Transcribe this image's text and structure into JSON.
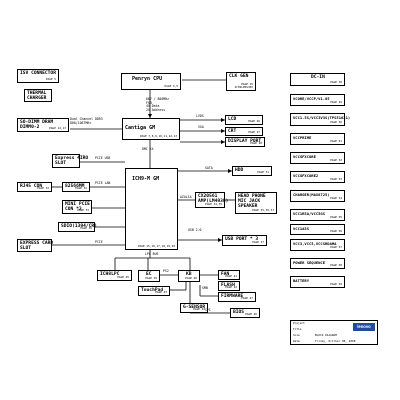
{
  "blocks": {
    "dsv_connector": {
      "title": "ISV CONNECTOR",
      "page": "PAGE 5"
    },
    "thermal": {
      "title": "THERMAL\nCHARGER",
      "page": "PAGE 34"
    },
    "penryn": {
      "title": "Penryn CPU",
      "page": "PAGE 4,5"
    },
    "clk_gen": {
      "title": "CLK GEN",
      "page": "PAGE 15\nICS9LPRS365"
    },
    "dc_in": {
      "title": "DC-IN",
      "page": "PAGE 38"
    },
    "so_dimm": {
      "title": "SO-DIMM DRAM\nDIMM0-2",
      "page": "PAGE 12,13"
    },
    "cantiga": {
      "title": "Cantiga GM",
      "page": "PAGE 7,8,9,10,11,12,13"
    },
    "lcd": {
      "title": "LCD",
      "page": "PAGE 26"
    },
    "crt": {
      "title": "CRT",
      "page": "PAGE 27"
    },
    "display_port": {
      "title": "DISPLAY PORT",
      "page": "PAGE 28"
    },
    "express_card": {
      "title": "Express 4IRO\nSLOT",
      "page": "PAGE 29"
    },
    "ich9m": {
      "title": "ICH9-M GM",
      "page": "PAGE 15,16,17,18,19,20"
    },
    "hdd": {
      "title": "HDD",
      "page": "PAGE 31"
    },
    "rj45": {
      "title": "RJ45 CON",
      "page": "PAGE 32"
    },
    "lan": {
      "title": "82566MM",
      "page": "PAGE 32"
    },
    "mini_pcie": {
      "title": "MINI PCIE\nCON *3",
      "page": "PAGE 33"
    },
    "codec": {
      "title": "CX20561\nAMP(LM4930)",
      "page": "PAGE 34,35"
    },
    "head_phone": {
      "title": "HEAD PHONE\nMIC JACK\nSPEAKER",
      "page": "PAGE 35,36,37"
    },
    "sdio": {
      "title": "SDIO(1394/CR)",
      "page": "PAGE 36"
    },
    "usb_port": {
      "title": "USB PORT * 3",
      "page": "PAGE 37"
    },
    "express_card2": {
      "title": "EXPRESS CARD\nSLOT",
      "page": "PAGE 38"
    },
    "ec": {
      "title": "EC",
      "page": "PAGE 39"
    },
    "kb": {
      "title": "KB",
      "page": "PAGE 40"
    },
    "fan": {
      "title": "FAN",
      "page": "PAGE 41"
    },
    "flash": {
      "title": "FLASH",
      "page": "PAGE 42"
    },
    "touchpad": {
      "title": "TouchPad",
      "page": "PAGE 43"
    },
    "g_sensor": {
      "title": "G-SENSOR",
      "page": "PAGE 44"
    },
    "tpm": {
      "title": "ICH8LPC",
      "page": "PAGE 45"
    },
    "bios": {
      "title": "BIOS",
      "page": "PAGE 46"
    },
    "firmware": {
      "title": "FIRMWARE",
      "page": "PAGE 47"
    }
  },
  "bus_labels": {
    "fsb": "667 / 800MHz\nFSB\n4X Data\n2X Address",
    "ddr": "Dual Channel DDR3\n800/1067MHz",
    "dmi": "DMI X4",
    "lvds": "LVDS",
    "vga": "VGA",
    "pcie_usb": "PCIE USB",
    "pcie_lan": "PCIE LAN",
    "pcie": "PCIE",
    "sata": "SATA",
    "hda": "AZALIA",
    "usb": "USB 2.0",
    "spi": "SPI",
    "lpc": "LPC BUS",
    "ps2": "PS2",
    "smb": "SMB"
  },
  "power_blocks": [
    {
      "title": "VCORE/VCCP/V1.05",
      "page": "PAGE 49"
    },
    {
      "title": "VCC1.5S/VCC3V3S(TPS51621)",
      "page": "PAGE 50"
    },
    {
      "title": "VCCPRIME",
      "page": "PAGE 51"
    },
    {
      "title": "VCCGFXCORE",
      "page": "PAGE 52"
    },
    {
      "title": "VCCGFXCORE2",
      "page": "PAGE 53"
    },
    {
      "title": "CHARGER(MAX8725)",
      "page": "PAGE 54"
    },
    {
      "title": "VCC1R5A/VCC5GS",
      "page": "PAGE 55"
    },
    {
      "title": "VCC1A5S",
      "page": "PAGE 56"
    },
    {
      "title": "VCC3,VCC5,VCCSRDAMA",
      "page": "PAGE 57"
    },
    {
      "title": "POWER SEQUENCE",
      "page": "PAGE 58"
    },
    {
      "title": "BATTERY",
      "page": "PAGE 59"
    }
  ],
  "title_block": {
    "logo": "lenovo",
    "rows": [
      "Project",
      "Title",
      "Size",
      "Date"
    ],
    "doc": "BLOCK DIAGRAM",
    "sheet": "Friday, Octrber 08, 2008"
  }
}
